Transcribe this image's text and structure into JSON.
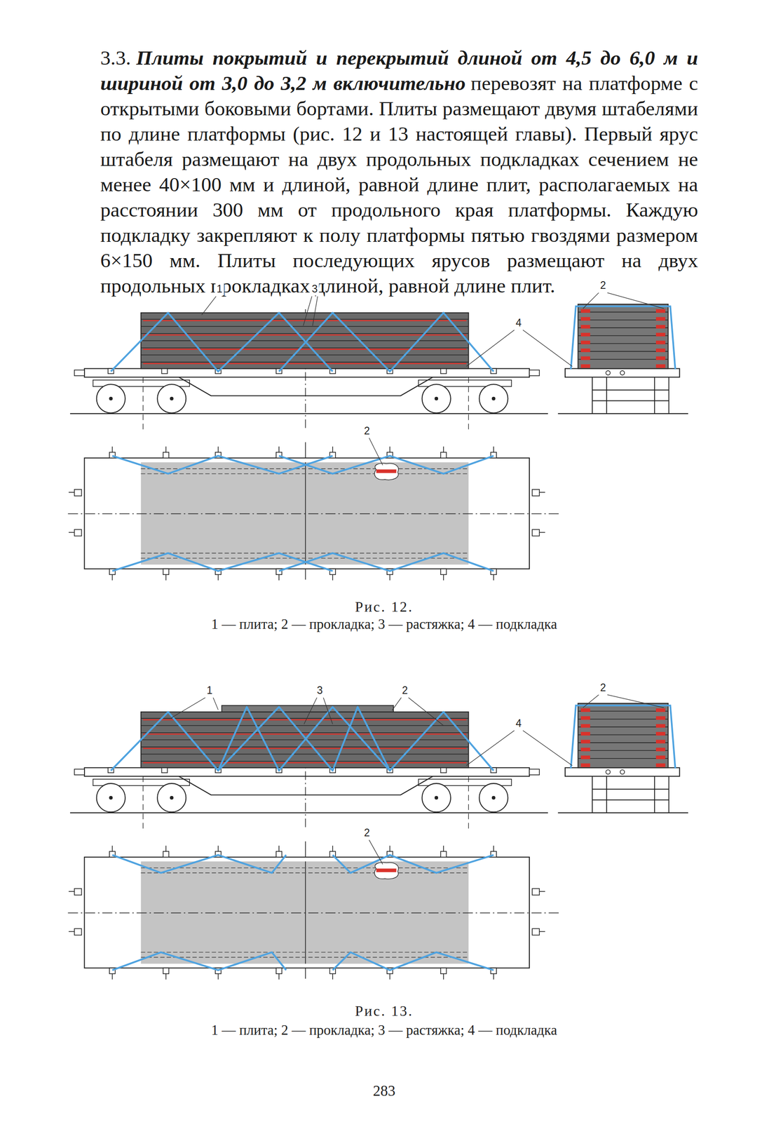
{
  "diagram": {
    "labels": [
      "3.3.",
      "Плиты покрытий и перекрытий длиной от 4,5 до 6,0 м и шириной от 3,0 до 3,2 м включительно",
      "перевозят на платформе с открытыми боковыми бортами. Плиты размещают двумя штабелями по длине платформы (рис. 12 и 13 настоящей главы). Первый ярус штабеля размещают на двух продольных подкладках сечением не менее 40×100 мм и длиной, равной длине плит, располагаемых на расстоянии 300 мм от продольного края платформы. Каждую подкладку закрепляют к полу платформы пятью гвоздями размером 6×150 мм. Плиты последующих ярусов размещают на двух продольных прокладках длиной, равной длине плит.",
      "1",
      "3",
      "2",
      "4",
      "2",
      "Рис. 12.",
      "1 — плита; 2 — прокладка; 3 — растяжка; 4 — подкладка",
      "1",
      "3",
      "2",
      "2",
      "4",
      "2",
      "Рис. 13.",
      "1 — плита; 2 — прокладка; 3 — растяжка; 4 — подкладка",
      "283"
    ]
  }
}
